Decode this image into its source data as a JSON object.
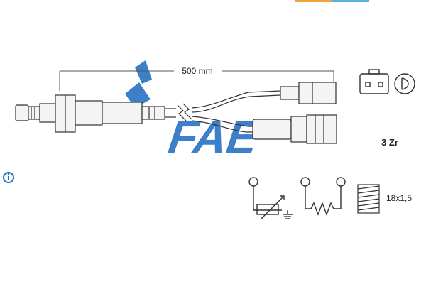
{
  "cable_length_label": "500 mm",
  "wires_label": "3 Zr",
  "thread_label": "18x1,5",
  "brand_watermark": "FAE",
  "colors": {
    "top_bar_left": "#f0a43a",
    "top_bar_right": "#5ab0e0",
    "watermark": "#2a72c4",
    "line": "#333333",
    "info_icon": "#1a6fc4"
  },
  "icons": {
    "info": "info-circle-icon",
    "connector_front": "connector-front-view-icon",
    "connector_side": "connector-side-view-icon",
    "variable_resistor": "variable-resistor-symbol-icon",
    "heater": "heater-resistor-symbol-icon",
    "thread": "thread-symbol-icon"
  }
}
